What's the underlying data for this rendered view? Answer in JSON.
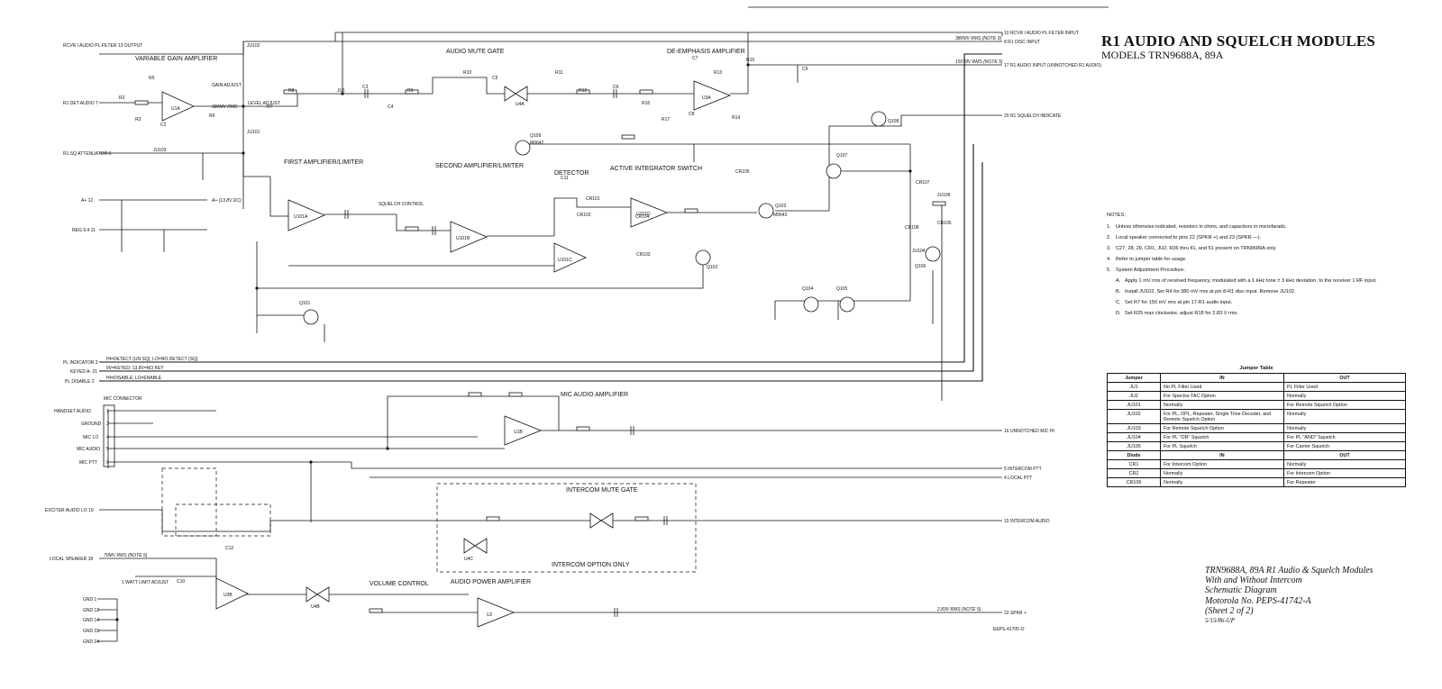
{
  "header": {
    "title": "R1 AUDIO AND SQUELCH MODULES",
    "models": "MODELS TRN9688A, 89A"
  },
  "schematic": {
    "blocks": {
      "vga": "VARIABLE GAIN AMPLIFIER",
      "mute": "AUDIO MUTE GATE",
      "deemph": "DE-EMPHASIS AMPLIFIER",
      "first_amp": "FIRST AMPLIFIER/LIMITER",
      "second_amp": "SECOND AMPLIFIER/LIMITER",
      "detector": "DETECTOR",
      "integrator": "ACTIVE INTEGRATOR SWITCH",
      "squelch_ctrl": "SQUELCH CONTROL",
      "mic_amp": "MIC AUDIO AMPLIFIER",
      "intercom_gate": "INTERCOM MUTE GATE",
      "intercom_only": "INTERCOM OPTION ONLY",
      "vol": "VOLUME CONTROL",
      "pwr_amp": "AUDIO POWER AMPLIFIER",
      "level_adj": "LEVEL ADJUST",
      "gain_adj": "GAIN ADJUST",
      "limit_adj": "1 WATT LIMIT ADJUST",
      "mic_conn": "MIC CONNECTOR"
    },
    "inputs": {
      "rcvr_pl": "RCVR I AUDIO PL FILTER 13 OUTPUT",
      "r1_det": "R1 DET AUDIO 7",
      "r1_sq": "R1 SQ ATTENUATOR 6",
      "a_plus": "A+ 12",
      "reg": "REG 9.4 11",
      "pl_ind": "PL INDICATOR 3",
      "keyed": "KEYED A- 21",
      "pl_dis": "PL DISABLE 2",
      "exciter": "EXCITER AUDIO LO 19",
      "local_spk": "LOCAL SPEAKER 18"
    },
    "outputs": {
      "rcvr_filter": "10 RCVR I AUDIO PL FILTER INPUT",
      "disc": "8 R1 DISC INPUT",
      "audio_in": "17 R1 AUDIO INPUT (UNNOTCHED R1 AUDIO)",
      "sq_ind": "20 R1 SQUELCH INDICATE",
      "mic_hi": "16 UNNOTCHED MIC HI",
      "ic_ptt": "5 INTERCOM PTT",
      "loc_ptt": "4 LOCAL PTT",
      "ic_audio": "15 INTERCOM AUDIO",
      "spkr": "22 SPKR +"
    },
    "signals": {
      "sig1": "380MV RMS (NOTE 3)",
      "sig2": "150 MV RMS (NOTE 5)",
      "sig3": "380MV RMS",
      "sig4": "2.83V RMS (NOTE 5)",
      "sig5": "70MV RMS (NOTE 5)",
      "sig6": "HI=DETECT (UN SQ); LO=NO DETECT (SQ)",
      "sig7": "0V=KEYED; 13.8V=NO KEY",
      "sig8": "HI=DISABLE; LO=ENABLE",
      "sig9": "A+ (13.8V DC)"
    },
    "mic_pins": [
      "HANDSET AUDIO",
      "GROUND",
      "MIC LO",
      "MIC AUDIO",
      "MIC PTT"
    ],
    "mic_pin_nums": [
      "1",
      "3",
      "4",
      "5",
      "6"
    ],
    "gnd_pins": [
      "GND 1",
      "GND 13",
      "GND 14",
      "GND 23",
      "GND 24"
    ],
    "parts": [
      "U1A",
      "U3A",
      "U101A",
      "U101B",
      "U101C",
      "U101D",
      "U1B",
      "U3B",
      "U2",
      "U4A",
      "U4B",
      "U4C",
      "Q101",
      "Q102",
      "Q103",
      "Q104",
      "Q105",
      "Q106",
      "Q107",
      "Q108",
      "Q109",
      "M9642",
      "M9643",
      "JU1",
      "JU101",
      "JU102",
      "JU103",
      "JU104",
      "JU105",
      "CR101",
      "CR102",
      "CR103",
      "CR104",
      "CR105",
      "CR106",
      "CR107",
      "CR108",
      "R2",
      "R3",
      "R5",
      "R6",
      "R7",
      "R8",
      "R9",
      "R10",
      "R11",
      "R12",
      "R13",
      "R14",
      "R15",
      "R16",
      "R17",
      "C2",
      "C3",
      "C4",
      "C5",
      "C6",
      "C7",
      "C8",
      "C9",
      "C10",
      "C11",
      "C12"
    ],
    "sheet_no": "EEPS-41705-O"
  },
  "notes": {
    "heading": "NOTES:",
    "items": [
      "Unless otherwise indicated, resistors in ohms, and capacitors in microfarads.",
      "Local speaker connected to pins 22 (SPKR +) and 23 (SPKR —).",
      "C27, 28, 29, CR1, JU2, R36 thru 41, and 51 present on TRN9689A only.",
      "Refer to jumper table for usage.",
      "System Adjustment Procedure:"
    ],
    "nums": [
      "1.",
      "2.",
      "3.",
      "4.",
      "5."
    ],
    "steps": [
      "Apply 1 mV rms of received frequency, modulated with a 1 kHz tone ± 3 kHz deviation, to the receiver 1 RF input.",
      "Install JU102. Set R4 for 380 mV rms at pin 8-R1 disc input. Remove JU102.",
      "Set R7 for 150 mV rms at pin 17-R1 audio input.",
      "Set R25 max clockwise, adjust R18 for 2.83 V rms."
    ],
    "step_keys": [
      "A.",
      "B.",
      "C.",
      "D."
    ]
  },
  "jumper_table": {
    "title": "Jumper Table",
    "headers": [
      "Jumper",
      "IN",
      "OUT"
    ],
    "rows": [
      [
        "JU1",
        "No PL Filter Used",
        "PL Filter Used"
      ],
      [
        "JU2",
        "For Spectra-TAC Option",
        "Normally"
      ],
      [
        "JU101",
        "Normally",
        "For Remote Squelch Option"
      ],
      [
        "JU102",
        "For PL, DPL, Repeater, Single Tone Decoder, and Remote Squelch Option",
        "Normally"
      ],
      [
        "JU103",
        "For Remote Squelch Option",
        "Normally"
      ],
      [
        "JU104",
        "For PL \"OR\" Squelch",
        "For PL \"AND\" Squelch"
      ],
      [
        "JU105",
        "For PL Squelch",
        "For Carrier Squelch"
      ]
    ],
    "diode_headers": [
      "Diode",
      "IN",
      "OUT"
    ],
    "diode_rows": [
      [
        "CR1",
        "For Intercom Option",
        "Normally"
      ],
      [
        "CR2",
        "Normally",
        "For Intercom Option"
      ],
      [
        "CR106",
        "Normally",
        "For Repeater"
      ]
    ]
  },
  "caption": {
    "lines": [
      "TRN9688A, 89A R1 Audio & Squelch Modules",
      "With and Without Intercom",
      "Schematic Diagram",
      "Motorola No. PEPS-41742-A",
      "(Sheet 2 of 2)"
    ],
    "date": "5/15/86-UP"
  }
}
